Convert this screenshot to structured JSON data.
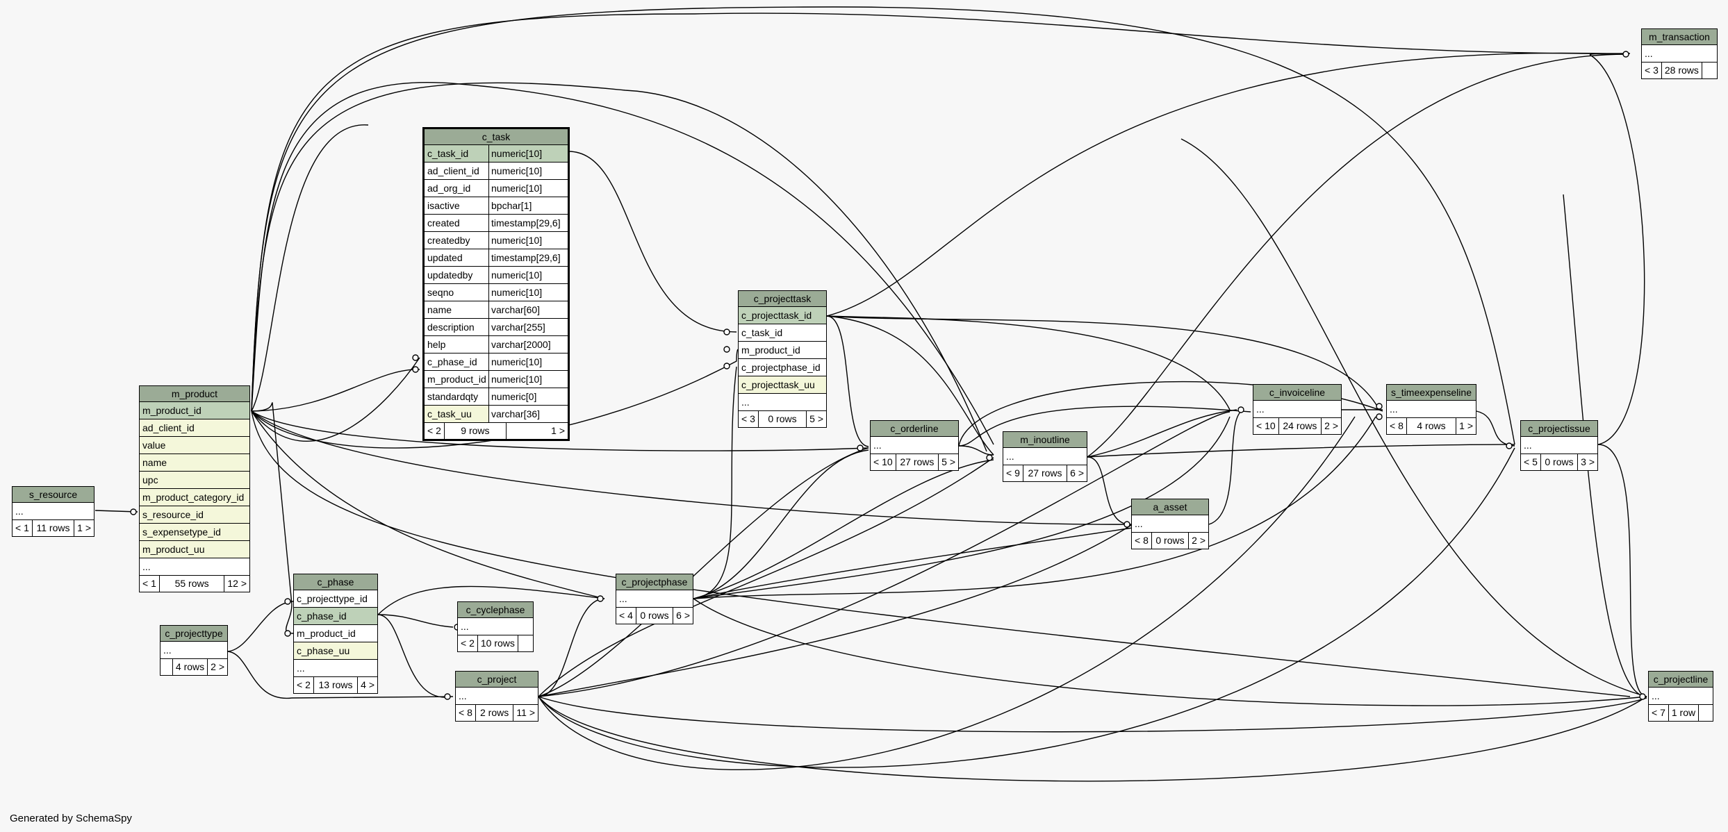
{
  "footer_text": "Generated by SchemaSpy",
  "focus_table": {
    "name": "c_task",
    "columns": [
      {
        "name": "c_task_id",
        "type": "numeric[10]",
        "kind": "pk"
      },
      {
        "name": "ad_client_id",
        "type": "numeric[10]",
        "kind": ""
      },
      {
        "name": "ad_org_id",
        "type": "numeric[10]",
        "kind": ""
      },
      {
        "name": "isactive",
        "type": "bpchar[1]",
        "kind": ""
      },
      {
        "name": "created",
        "type": "timestamp[29,6]",
        "kind": ""
      },
      {
        "name": "createdby",
        "type": "numeric[10]",
        "kind": ""
      },
      {
        "name": "updated",
        "type": "timestamp[29,6]",
        "kind": ""
      },
      {
        "name": "updatedby",
        "type": "numeric[10]",
        "kind": ""
      },
      {
        "name": "seqno",
        "type": "numeric[10]",
        "kind": ""
      },
      {
        "name": "name",
        "type": "varchar[60]",
        "kind": ""
      },
      {
        "name": "description",
        "type": "varchar[255]",
        "kind": ""
      },
      {
        "name": "help",
        "type": "varchar[2000]",
        "kind": ""
      },
      {
        "name": "c_phase_id",
        "type": "numeric[10]",
        "kind": ""
      },
      {
        "name": "m_product_id",
        "type": "numeric[10]",
        "kind": ""
      },
      {
        "name": "standardqty",
        "type": "numeric[0]",
        "kind": ""
      },
      {
        "name": "c_task_uu",
        "type": "varchar[36]",
        "kind": "fk"
      }
    ],
    "footer": {
      "parents": "< 2",
      "rows": "9 rows",
      "children": "1 >"
    }
  },
  "tables": {
    "m_product": {
      "name": "m_product",
      "columns": [
        {
          "name": "m_product_id",
          "kind": "pk"
        },
        {
          "name": "ad_client_id",
          "kind": "fk"
        },
        {
          "name": "value",
          "kind": "fk"
        },
        {
          "name": "name",
          "kind": "fk"
        },
        {
          "name": "upc",
          "kind": "fk"
        },
        {
          "name": "m_product_category_id",
          "kind": "fk"
        },
        {
          "name": "s_resource_id",
          "kind": "fk"
        },
        {
          "name": "s_expensetype_id",
          "kind": "fk"
        },
        {
          "name": "m_product_uu",
          "kind": "fk"
        },
        {
          "name": "...",
          "kind": ""
        }
      ],
      "footer": {
        "parents": "< 1",
        "rows": "55 rows",
        "children": "12 >"
      }
    },
    "s_resource": {
      "name": "s_resource",
      "columns": [
        {
          "name": "...",
          "kind": ""
        }
      ],
      "footer": {
        "parents": "< 1",
        "rows": "11 rows",
        "children": "1 >"
      }
    },
    "c_projecttype": {
      "name": "c_projecttype",
      "columns": [
        {
          "name": "...",
          "kind": ""
        }
      ],
      "footer": {
        "parents": "",
        "rows": "4 rows",
        "children": "2 >"
      }
    },
    "c_phase": {
      "name": "c_phase",
      "columns": [
        {
          "name": "c_projecttype_id",
          "kind": ""
        },
        {
          "name": "c_phase_id",
          "kind": "pk"
        },
        {
          "name": "m_product_id",
          "kind": ""
        },
        {
          "name": "c_phase_uu",
          "kind": "fk"
        },
        {
          "name": "...",
          "kind": ""
        }
      ],
      "footer": {
        "parents": "< 2",
        "rows": "13 rows",
        "children": "4 >"
      }
    },
    "c_cyclephase": {
      "name": "c_cyclephase",
      "columns": [
        {
          "name": "...",
          "kind": ""
        }
      ],
      "footer": {
        "parents": "< 2",
        "rows": "10 rows",
        "children": ""
      }
    },
    "c_project": {
      "name": "c_project",
      "columns": [
        {
          "name": "...",
          "kind": ""
        }
      ],
      "footer": {
        "parents": "< 8",
        "rows": "2 rows",
        "children": "11 >"
      }
    },
    "c_projectphase": {
      "name": "c_projectphase",
      "columns": [
        {
          "name": "...",
          "kind": ""
        }
      ],
      "footer": {
        "parents": "< 4",
        "rows": "0 rows",
        "children": "6 >"
      }
    },
    "c_projecttask": {
      "name": "c_projecttask",
      "columns": [
        {
          "name": "c_projecttask_id",
          "kind": "pk"
        },
        {
          "name": "c_task_id",
          "kind": ""
        },
        {
          "name": "m_product_id",
          "kind": ""
        },
        {
          "name": "c_projectphase_id",
          "kind": ""
        },
        {
          "name": "c_projecttask_uu",
          "kind": "fk"
        },
        {
          "name": "...",
          "kind": ""
        }
      ],
      "footer": {
        "parents": "< 3",
        "rows": "0 rows",
        "children": "5 >"
      }
    },
    "c_orderline": {
      "name": "c_orderline",
      "columns": [
        {
          "name": "...",
          "kind": ""
        }
      ],
      "footer": {
        "parents": "< 10",
        "rows": "27 rows",
        "children": "5 >"
      }
    },
    "m_inoutline": {
      "name": "m_inoutline",
      "columns": [
        {
          "name": "...",
          "kind": ""
        }
      ],
      "footer": {
        "parents": "< 9",
        "rows": "27 rows",
        "children": "6 >"
      }
    },
    "a_asset": {
      "name": "a_asset",
      "columns": [
        {
          "name": "...",
          "kind": ""
        }
      ],
      "footer": {
        "parents": "< 8",
        "rows": "0 rows",
        "children": "2 >"
      }
    },
    "c_invoiceline": {
      "name": "c_invoiceline",
      "columns": [
        {
          "name": "...",
          "kind": ""
        }
      ],
      "footer": {
        "parents": "< 10",
        "rows": "24 rows",
        "children": "2 >"
      }
    },
    "s_timeexpenseline": {
      "name": "s_timeexpenseline",
      "columns": [
        {
          "name": "...",
          "kind": ""
        }
      ],
      "footer": {
        "parents": "< 8",
        "rows": "4 rows",
        "children": "1 >"
      }
    },
    "c_projectissue": {
      "name": "c_projectissue",
      "columns": [
        {
          "name": "...",
          "kind": ""
        }
      ],
      "footer": {
        "parents": "< 5",
        "rows": "0 rows",
        "children": "3 >"
      }
    },
    "m_transaction": {
      "name": "m_transaction",
      "columns": [
        {
          "name": "...",
          "kind": ""
        }
      ],
      "footer": {
        "parents": "< 3",
        "rows": "28 rows",
        "children": ""
      }
    },
    "c_projectline": {
      "name": "c_projectline",
      "columns": [
        {
          "name": "...",
          "kind": ""
        }
      ],
      "footer": {
        "parents": "< 7",
        "rows": "1 row",
        "children": ""
      }
    }
  }
}
